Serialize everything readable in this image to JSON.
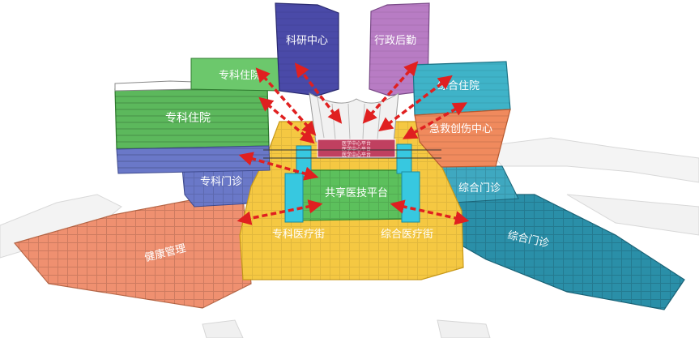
{
  "diagram": {
    "zones": {
      "research_center": "科研中心",
      "admin_logistics": "行政后勤",
      "specialty_inpatient_back": "专科住院",
      "general_inpatient": "综合住院",
      "specialty_inpatient_front": "专科住院",
      "emergency_trauma_center": "急救创伤中心",
      "specialty_outpatient_left": "专科门诊",
      "general_outpatient_right_upper": "综合门诊",
      "shared_medtech_platform": "共享医技平台",
      "specialty_medical_street": "专科医疗街",
      "general_medical_street": "综合医疗街",
      "health_management": "健康管理",
      "general_outpatient_right_lower": "综合门诊"
    },
    "entrance_sign_lines": [
      "医学中心平台",
      "医学中心平台",
      "医学中心平台"
    ],
    "colors": {
      "research_center": "#4a4aa8",
      "admin_logistics": "#b87cc4",
      "specialty_inpatient": "#5cb85c",
      "general_inpatient": "#3fb3c8",
      "emergency_trauma_center": "#f08a5d",
      "specialty_outpatient": "#6a78c8",
      "general_outpatient": "#2a8fa8",
      "medtech_platform": "#5cc05c",
      "medical_street": "#f5c842",
      "health_management": "#ef9070",
      "connection_arrows": "#e02020"
    },
    "arrow_style": "dashed-double-headed"
  }
}
